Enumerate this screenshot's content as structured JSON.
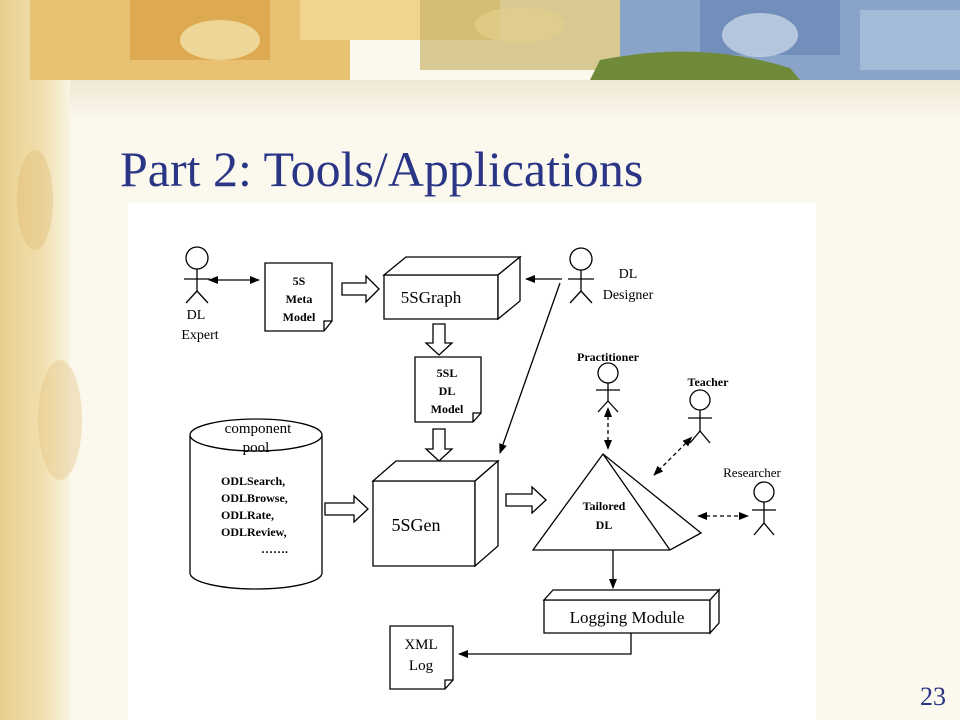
{
  "slide": {
    "title": "Part 2: Tools/Applications",
    "page_number": "23"
  },
  "diagram": {
    "actors": {
      "dl_expert": [
        "DL",
        "Expert"
      ],
      "dl_designer": [
        "DL",
        "Designer"
      ],
      "practitioner": "Practitioner",
      "teacher": "Teacher",
      "researcher": "Researcher"
    },
    "documents": {
      "meta_model": [
        "5S",
        "Meta",
        "Model"
      ],
      "dl_model": [
        "5SL",
        "DL",
        "Model"
      ],
      "xml_log": [
        "XML",
        "Log"
      ]
    },
    "boxes": {
      "graph": "5SGraph",
      "gen": "5SGen",
      "logging": "Logging Module"
    },
    "pool": {
      "label": [
        "component",
        "pool"
      ],
      "items": [
        "ODLSearch,",
        "ODLBrowse,",
        "ODLRate,",
        "ODLReview,",
        "……."
      ]
    },
    "tailored": [
      "Tailored",
      "DL"
    ]
  },
  "colors": {
    "title": "#2a3585",
    "background": "#f7f1dc",
    "diagram_bg": "#ffffff",
    "ink": "#000000"
  }
}
